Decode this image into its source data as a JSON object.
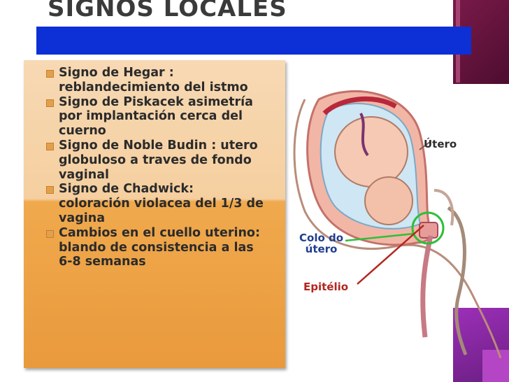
{
  "slide": {
    "title": "SIGNOS LOCALES",
    "bullets": [
      "Signo de Hegar :\nreblandecimiento del istmo",
      "Signo de Piskacek asimetría\npor implantación cerca del\ncuerno",
      "Signo de Noble Budin : utero\nglobuloso a traves de fondo\nvaginal",
      "Signo de Chadwick:\ncoloración violacea del 1/3 de\nvagina",
      "Cambios en el cuello uterino:\nblando de consistencia  a las\n6-8 semanas"
    ]
  },
  "figure": {
    "labels": {
      "utero": "Útero",
      "colo": "Colo do\nútero",
      "epitelio": "Epitélio"
    }
  },
  "colors": {
    "title_bar": "#0d2fd6",
    "box_light": "#f7d9b4",
    "box_dark": "#e99a3c",
    "label_blue": "#1f3f8f",
    "label_red": "#b3261e",
    "circle_green": "#2fbf3a"
  }
}
